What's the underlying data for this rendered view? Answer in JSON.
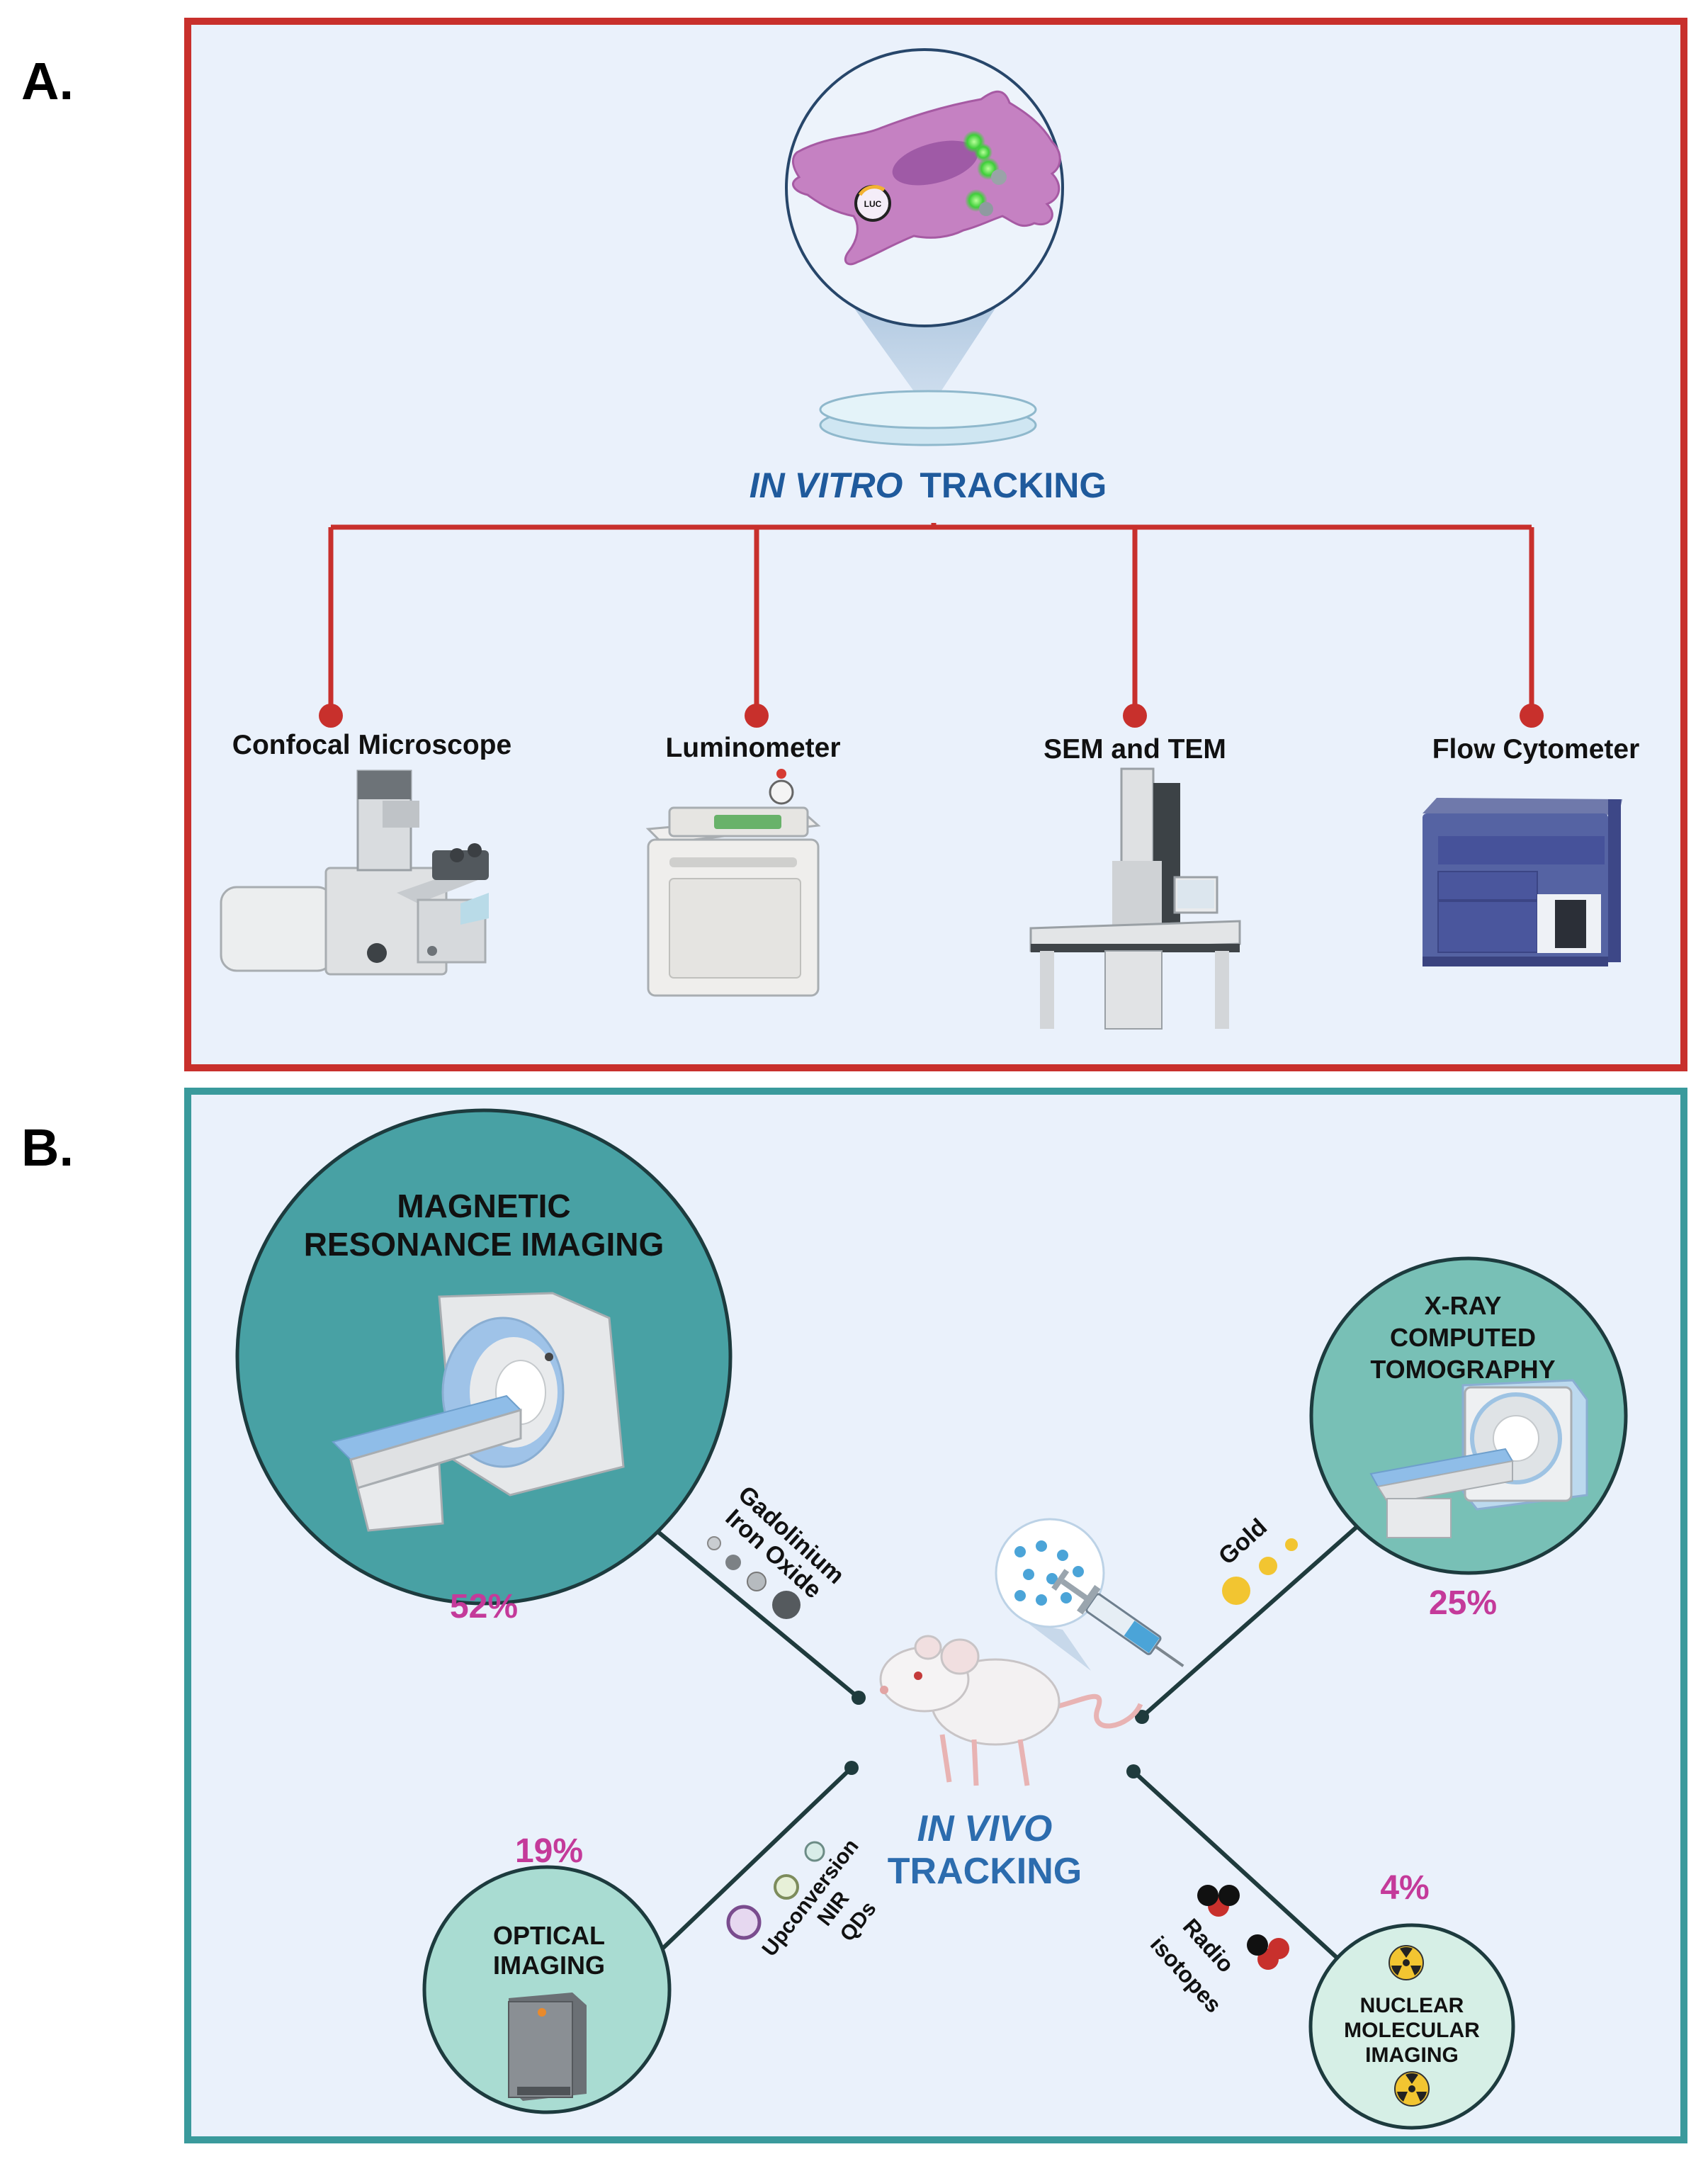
{
  "panel_a": {
    "label": "A.",
    "title_italic": "IN VITRO",
    "title_rest": "TRACKING",
    "cell_label": "LUC",
    "instruments": [
      {
        "label": "Confocal Microscope"
      },
      {
        "label": "Luminometer"
      },
      {
        "label": "SEM and TEM"
      },
      {
        "label": "Flow Cytometer"
      }
    ]
  },
  "panel_b": {
    "label": "B.",
    "center_line1": "IN VIVO",
    "center_line2": "TRACKING",
    "mri": {
      "line1": "MAGNETIC",
      "line2": "RESONANCE IMAGING",
      "percent": "52%"
    },
    "ct": {
      "line1": "X-RAY",
      "line2": "COMPUTED",
      "line3": "TOMOGRAPHY",
      "percent": "25%"
    },
    "optical": {
      "line1": "OPTICAL",
      "line2": "IMAGING",
      "percent": "19%"
    },
    "nuclear": {
      "line1": "NUCLEAR",
      "line2": "MOLECULAR",
      "line3": "IMAGING",
      "percent": "4%"
    },
    "agents": {
      "mri_1": "Gadolinium",
      "mri_2": "Iron Oxide",
      "ct_1": "Gold",
      "optical_1": "Upconversion",
      "optical_2": "NIR",
      "optical_3": "QDs",
      "nuclear_1": "Radio",
      "nuclear_2": "isotopes"
    }
  },
  "colors": {
    "panel_a_border": "#c8302c",
    "panel_b_border": "#3a9a9c",
    "panel_bg": "#eaf1fb",
    "title_blue": "#1f5a9c",
    "percent_magenta": "#c43a9a",
    "mri_teal": "#48a1a4",
    "ct_teal": "#78c0b6",
    "optical_teal": "#a9dcd2",
    "nuclear_teal": "#d6efe6"
  }
}
